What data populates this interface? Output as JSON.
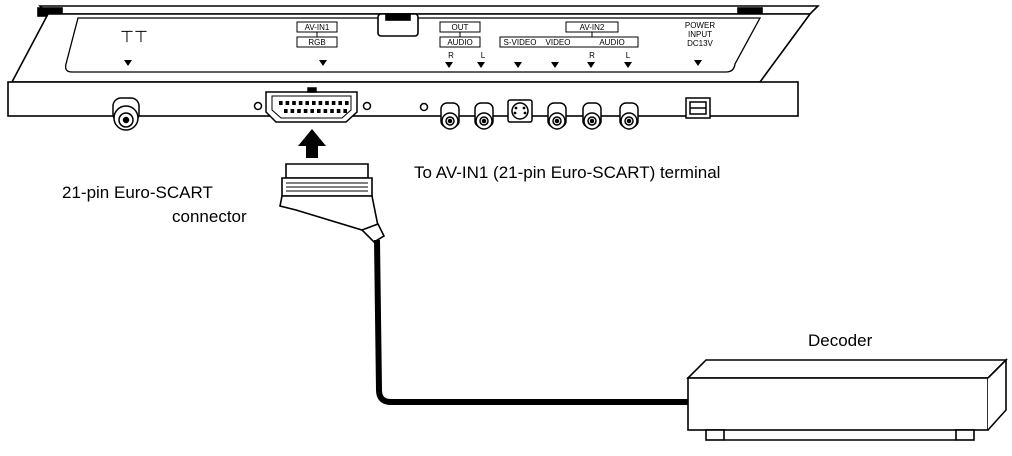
{
  "panel": {
    "antenna_symbol": "⊤⊤",
    "av_in1": "AV-IN1",
    "rgb": "RGB",
    "out": "OUT",
    "audio_out": "AUDIO",
    "r_out": "R",
    "l_out": "L",
    "av_in2": "AV-IN2",
    "s_video": "S-VIDEO",
    "video": "VIDEO",
    "audio_in2": "AUDIO",
    "r_in2": "R",
    "l_in2": "L",
    "power_line1": "POWER",
    "power_line2": "INPUT",
    "power_line3": "DC13V"
  },
  "labels": {
    "terminal": "To AV-IN1 (21-pin Euro-SCART) terminal",
    "connector_line1": "21-pin Euro-SCART",
    "connector_line2": "connector",
    "decoder": "Decoder"
  }
}
